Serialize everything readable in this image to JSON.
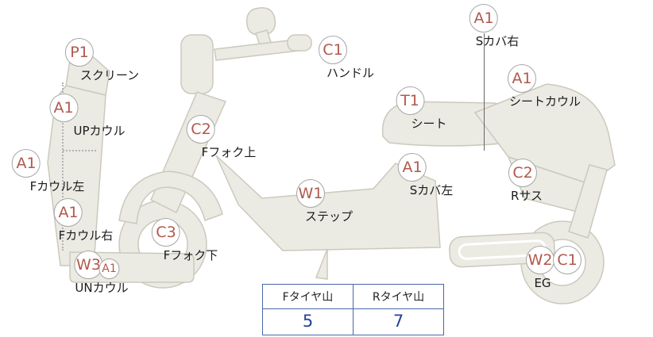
{
  "diagram": {
    "markers": {
      "screen": {
        "code": "P1",
        "label": "スクリーン"
      },
      "up_cowl": {
        "code": "A1",
        "label": "UPカウル"
      },
      "f_cowl_left": {
        "code": "A1",
        "label": "Fカウル左"
      },
      "f_cowl_right": {
        "code": "A1",
        "label": "Fカウル右"
      },
      "un_cowl": {
        "code": "W3",
        "code2": "A1",
        "label": "UNカウル"
      },
      "f_fork_upper": {
        "code": "C2",
        "label": "Fフォク上"
      },
      "f_fork_lower": {
        "code": "C3",
        "label": "Fフォク下"
      },
      "handle": {
        "code": "C1",
        "label": "ハンドル"
      },
      "step": {
        "code": "W1",
        "label": "ステップ"
      },
      "seat": {
        "code": "T1",
        "label": "シート"
      },
      "s_cover_right": {
        "code": "A1",
        "label": "Sカバ右"
      },
      "seat_cowl": {
        "code": "A1",
        "label": "シートカウル"
      },
      "s_cover_left": {
        "code": "A1",
        "label": "Sカバ左"
      },
      "r_suspension": {
        "code": "C2",
        "label": "Rサス"
      },
      "engine": {
        "code": "W2",
        "code2": "C1",
        "label": "EG"
      }
    },
    "tire_table": {
      "front_label": "Fタイヤ山",
      "front_value": "5",
      "rear_label": "Rタイヤ山",
      "rear_value": "7"
    },
    "colors": {
      "code_text": "#b2584c",
      "tire_value_text": "#24439a",
      "table_border": "#4a67a8",
      "body_fill": "#ebeae3",
      "body_stroke": "#ccc9bd"
    }
  }
}
